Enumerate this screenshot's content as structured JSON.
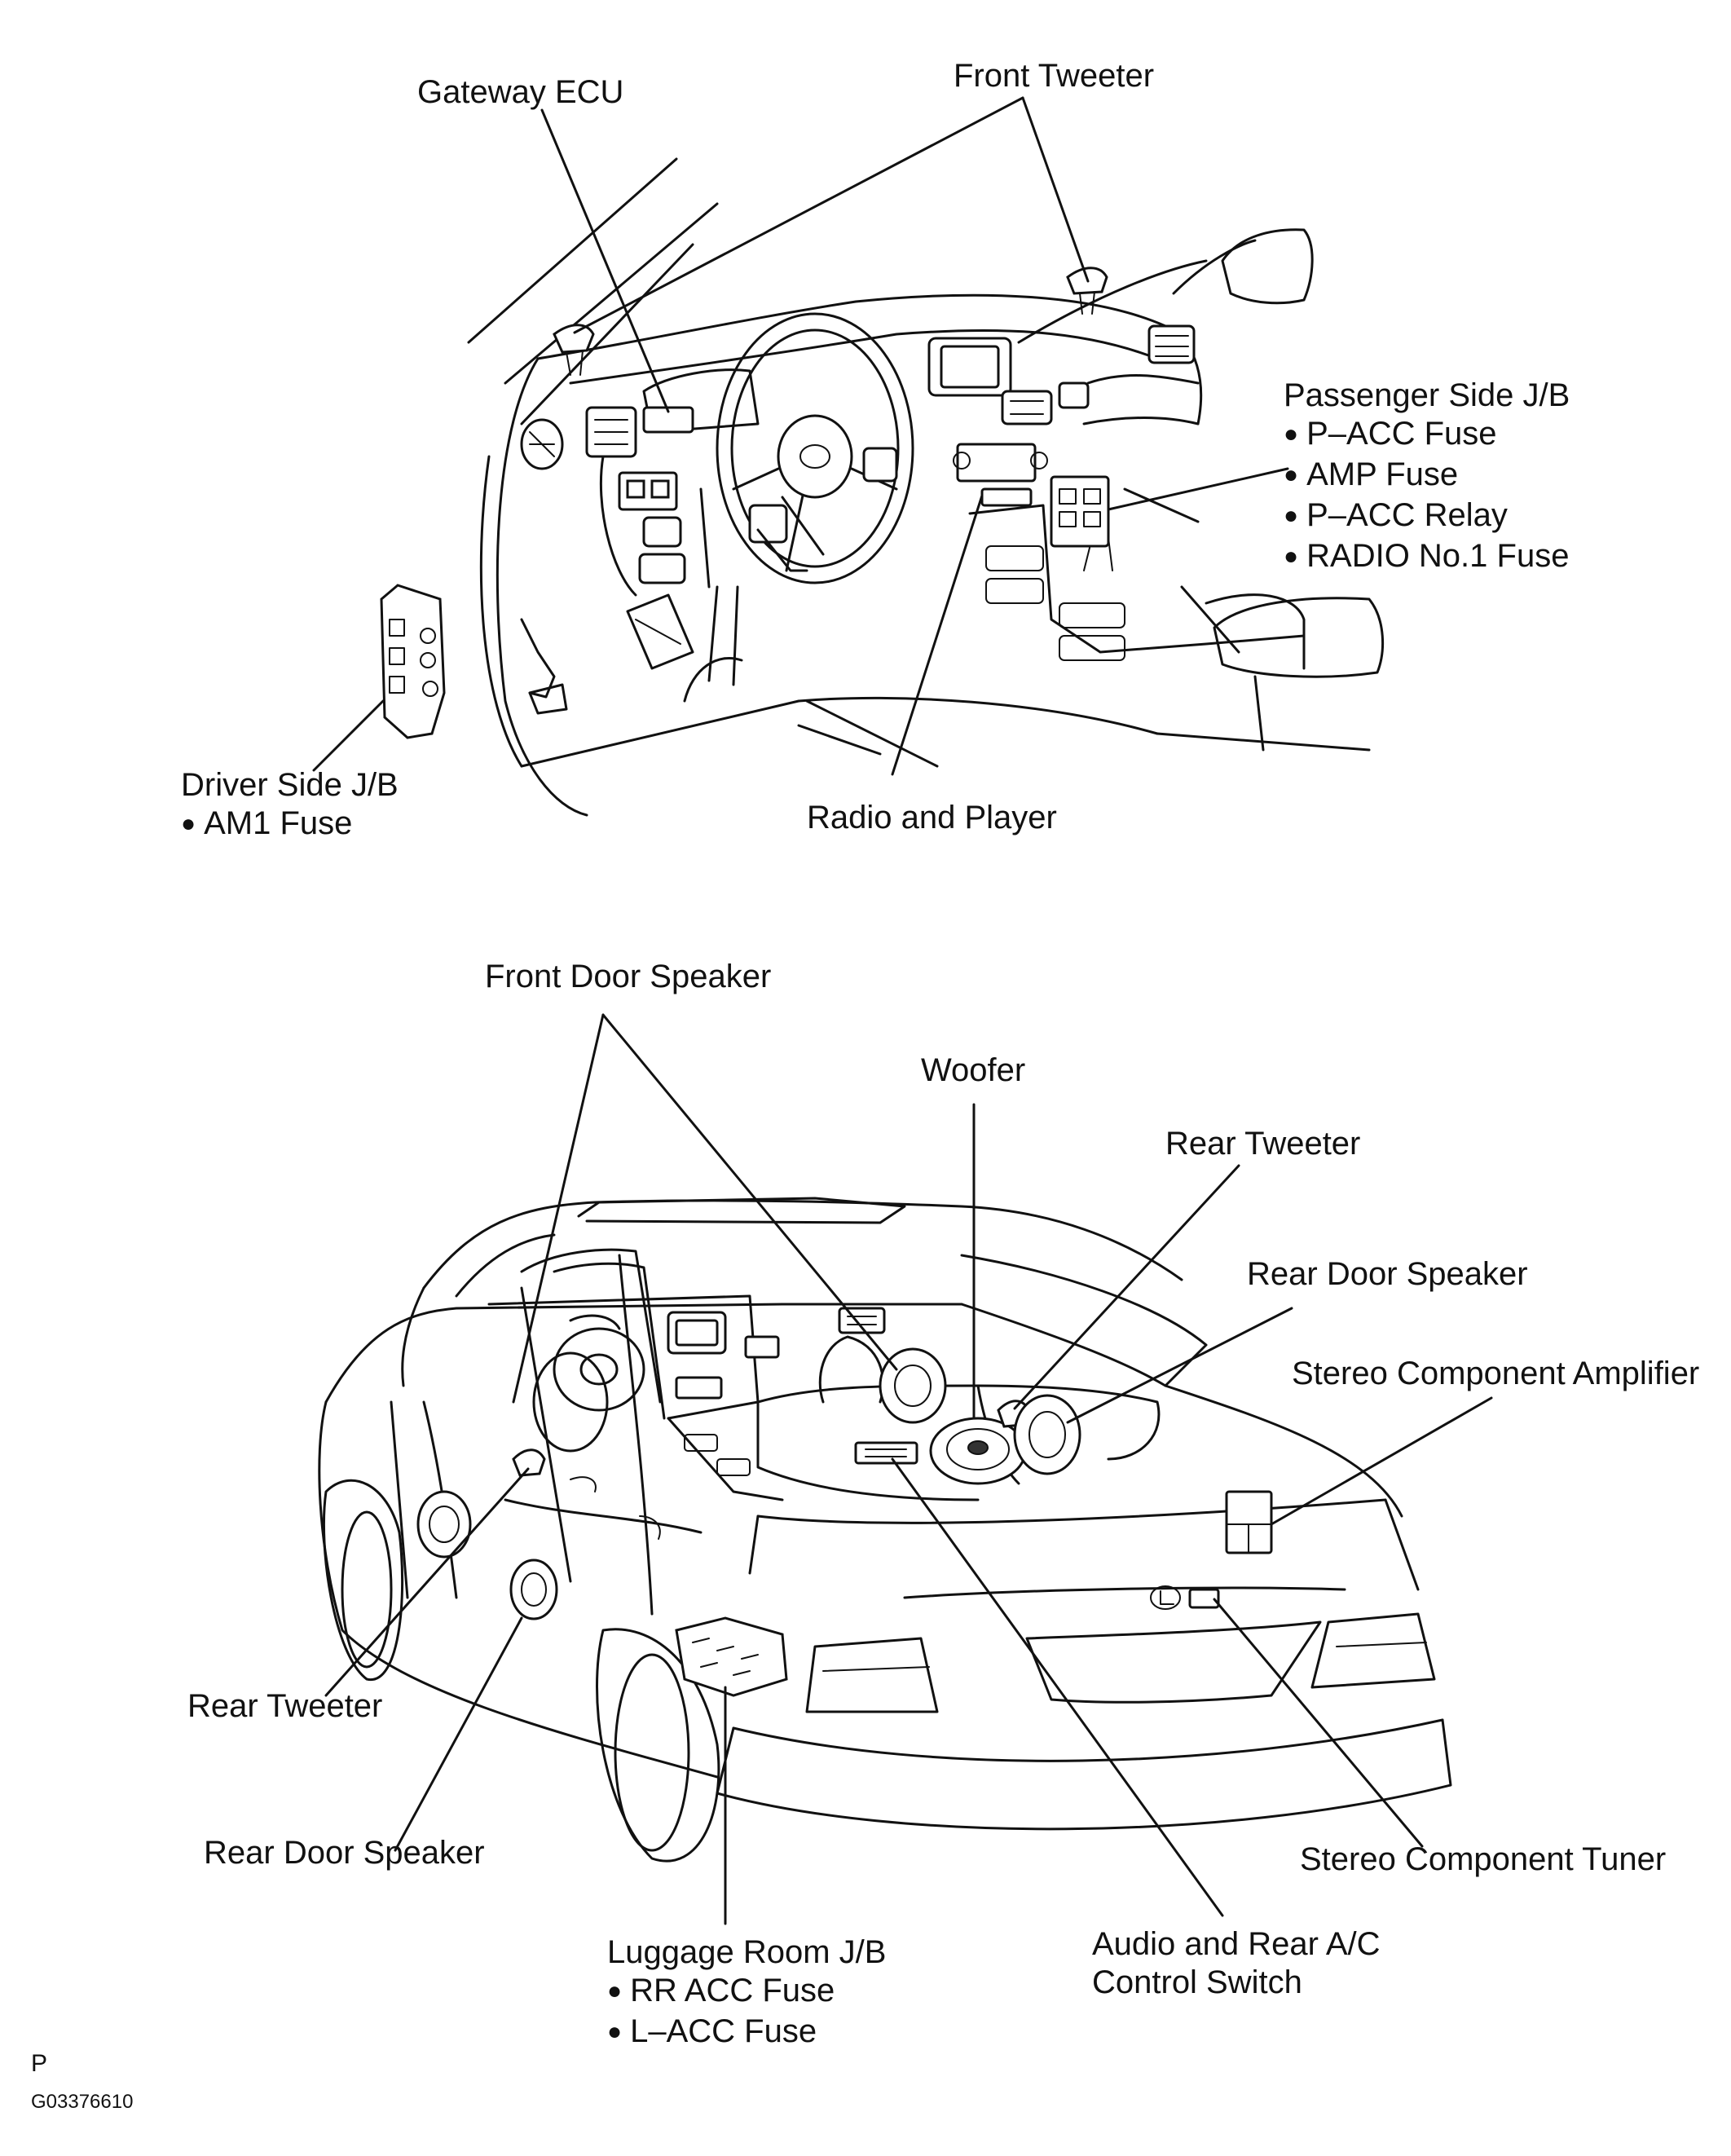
{
  "interior": {
    "gateway_ecu": "Gateway ECU",
    "front_tweeter": "Front Tweeter",
    "passenger_jb": {
      "title": "Passenger Side J/B",
      "items": [
        "P–ACC Fuse",
        "AMP Fuse",
        "P–ACC Relay",
        "RADIO No.1 Fuse"
      ]
    },
    "driver_jb": {
      "title": "Driver Side J/B",
      "items": [
        "AM1 Fuse"
      ]
    },
    "radio_player": "Radio and Player"
  },
  "exterior": {
    "front_door_speaker": "Front Door Speaker",
    "woofer": "Woofer",
    "rear_tweeter_right": "Rear Tweeter",
    "rear_door_speaker_right": "Rear Door Speaker",
    "stereo_amplifier": "Stereo Component Amplifier",
    "rear_tweeter_left": "Rear Tweeter",
    "rear_door_speaker_left": "Rear Door Speaker",
    "stereo_tuner": "Stereo Component Tuner",
    "luggage_jb": {
      "title": "Luggage Room J/B",
      "items": [
        "RR ACC Fuse",
        "L–ACC Fuse"
      ]
    },
    "audio_switch": {
      "line1": "Audio and Rear A/C",
      "line2": "Control Switch"
    }
  },
  "footer": {
    "code_letter": "P",
    "figure_id": "G03376610"
  }
}
